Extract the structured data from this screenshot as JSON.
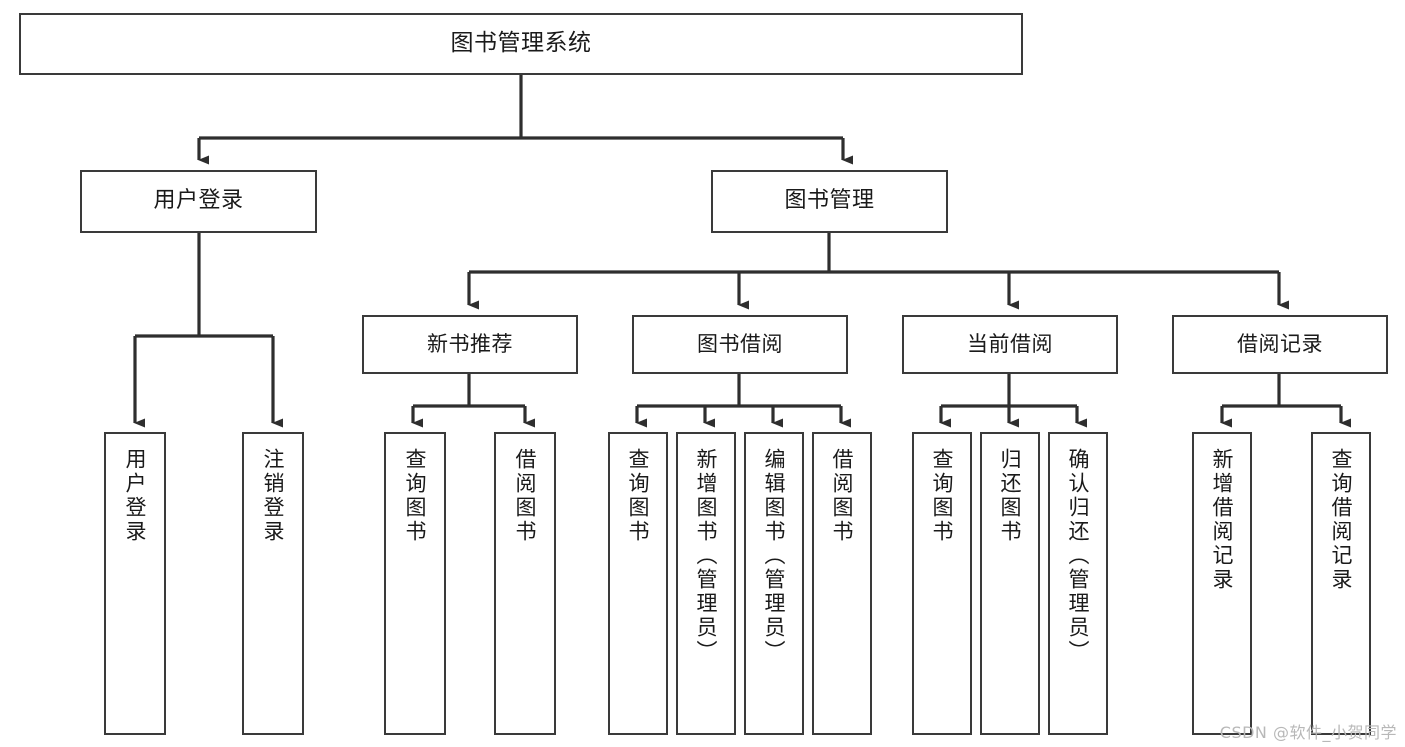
{
  "diagram": {
    "title": "图书管理系统",
    "type": "functional-structure-tree",
    "root": {
      "label": "图书管理系统"
    },
    "level1": [
      {
        "label": "用户登录"
      },
      {
        "label": "图书管理"
      }
    ],
    "level2": [
      {
        "label": "新书推荐"
      },
      {
        "label": "图书借阅"
      },
      {
        "label": "当前借阅"
      },
      {
        "label": "借阅记录"
      }
    ],
    "leaves": {
      "user_login": [
        {
          "label": "用户登录"
        },
        {
          "label": "注销登录"
        }
      ],
      "new_book_recommend": [
        {
          "label": "查询图书"
        },
        {
          "label": "借阅图书"
        }
      ],
      "book_borrow": [
        {
          "label": "查询图书"
        },
        {
          "label": "新增图书（管理员）"
        },
        {
          "label": "编辑图书（管理员）"
        },
        {
          "label": "借阅图书"
        }
      ],
      "current_borrow": [
        {
          "label": "查询图书"
        },
        {
          "label": "归还图书"
        },
        {
          "label": "确认归还（管理员）"
        }
      ],
      "borrow_record": [
        {
          "label": "新增借阅记录"
        },
        {
          "label": "查询借阅记录"
        }
      ]
    }
  },
  "watermark": {
    "text": "CSDN @软件_小贺同学"
  },
  "colors": {
    "stroke": "#3a3a3a",
    "background": "#ffffff",
    "text": "#1a1a1a",
    "watermark": "#b8b8b8"
  }
}
